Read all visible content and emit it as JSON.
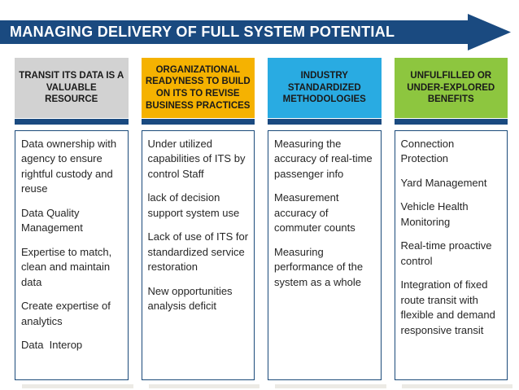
{
  "slide": {
    "title": "MANAGING DELIVERY OF FULL SYSTEM POTENTIAL",
    "colors": {
      "banner_navy": "#1a4a80",
      "underline_navy": "#1a4a80",
      "box_border_navy": "#1b4a7a",
      "header_text": "#1a1a1a",
      "body_text": "#262626",
      "shadow_strip": "#eceae5",
      "background": "#ffffff"
    },
    "columns": [
      {
        "id": "transit-data",
        "header": "TRANSIT ITS DATA IS A VALUABLE RESOURCE",
        "header_bg": "#d2d2d2",
        "items": [
          "Data ownership with agency to ensure rightful custody and reuse",
          "Data Quality Management",
          "Expertise to match, clean and maintain data",
          "Create expertise of analytics",
          "Data  Interop"
        ]
      },
      {
        "id": "org-readiness",
        "header": "ORGANIZATIONAL READYNESS TO BUILD ON ITS TO REVISE BUSINESS PRACTICES",
        "header_bg": "#f5b201",
        "items": [
          "Under utilized capabilities of ITS by control Staff",
          "lack of decision support system use",
          "Lack of use of ITS for standardized service restoration",
          "New opportunities analysis deficit"
        ]
      },
      {
        "id": "industry-methodologies",
        "header": "INDUSTRY STANDARDIZED METHODOLOGIES",
        "header_bg": "#29abe2",
        "items": [
          "Measuring the accuracy of real-time passenger info",
          "Measurement accuracy of commuter counts",
          "Measuring performance of the system as a whole"
        ]
      },
      {
        "id": "unexplored-benefits",
        "header": "UNFULFILLED OR UNDER-EXPLORED BENEFITS",
        "header_bg": "#8dc63f",
        "items": [
          "Connection Protection",
          "Yard Management",
          "Vehicle Health Monitoring",
          "Real-time proactive control",
          "Integration of fixed route transit with flexible and demand responsive transit"
        ]
      }
    ]
  }
}
